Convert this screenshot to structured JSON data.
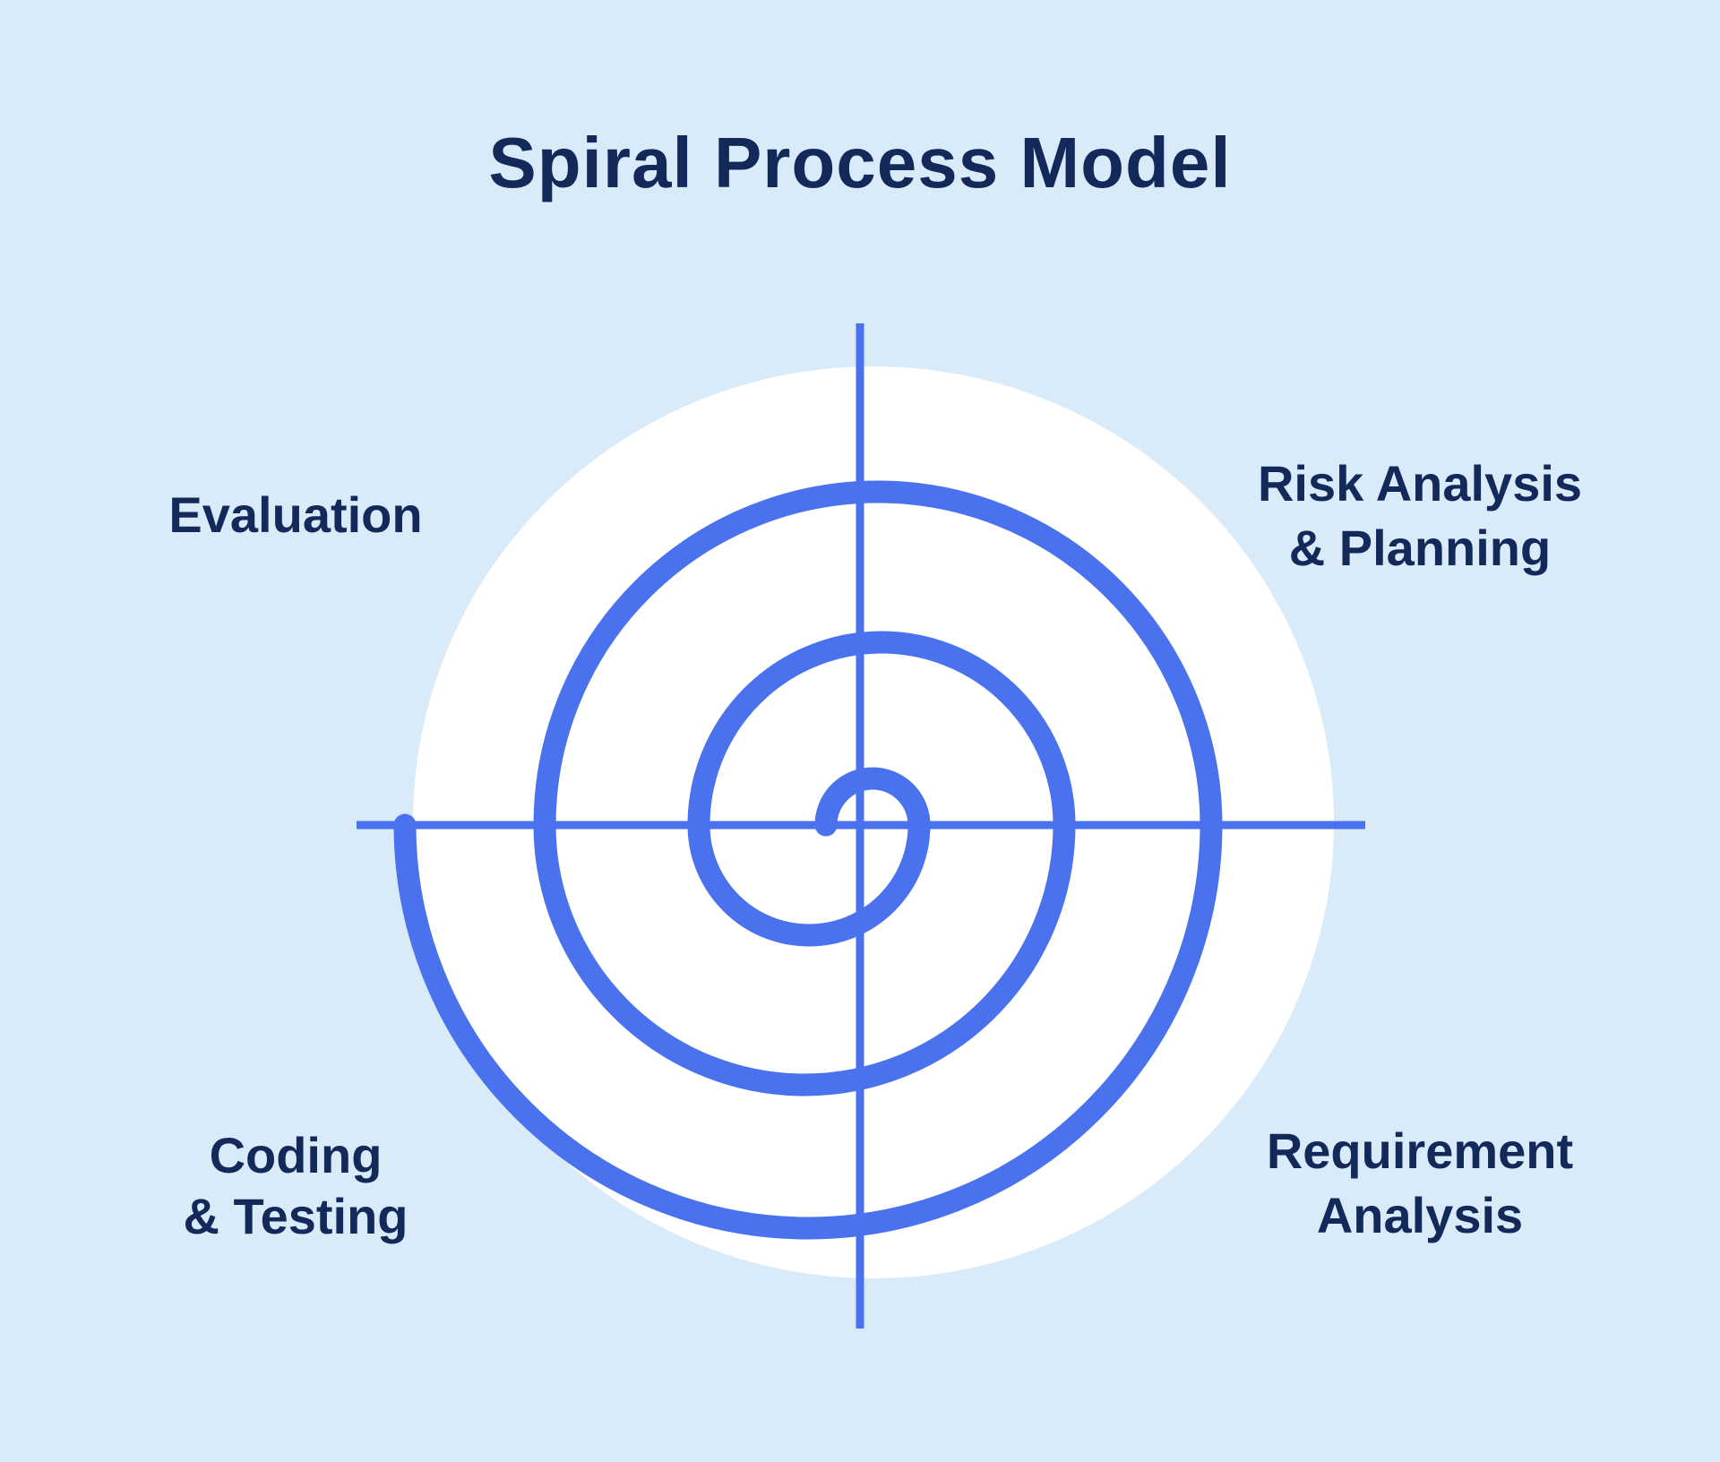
{
  "title": "Spiral Process Model",
  "colors": {
    "background": "#D9EBF9",
    "circle_fill": "#FFFFFF",
    "spiral_stroke": "#4B72EE",
    "axis_stroke": "#4B72EE",
    "text": "#13295A"
  },
  "labels": [
    {
      "position": "top-left",
      "lines": [
        "Evaluation"
      ]
    },
    {
      "position": "top-right",
      "lines": [
        "Risk Analysis",
        "& Planning"
      ]
    },
    {
      "position": "bottom-left",
      "lines": [
        "Coding",
        "& Testing"
      ]
    },
    {
      "position": "bottom-right",
      "lines": [
        "Requirement",
        "Analysis"
      ]
    }
  ]
}
